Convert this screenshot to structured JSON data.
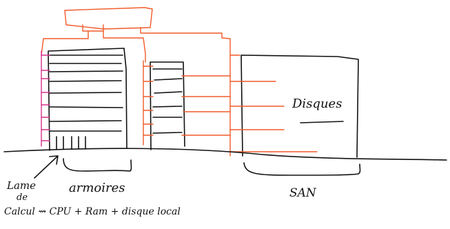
{
  "labels": {
    "lame_line1": "Lame",
    "lame_line2": "de",
    "lame_line3": "Calcul ⇝ CPU + Ram + disque local",
    "armoires": "armoires",
    "san": "SAN",
    "disques": "Disques"
  },
  "colors": {
    "ink": "#111111",
    "cable_orange": "#f05a28",
    "blade_magenta": "#d6308a",
    "background": "#ffffff"
  }
}
